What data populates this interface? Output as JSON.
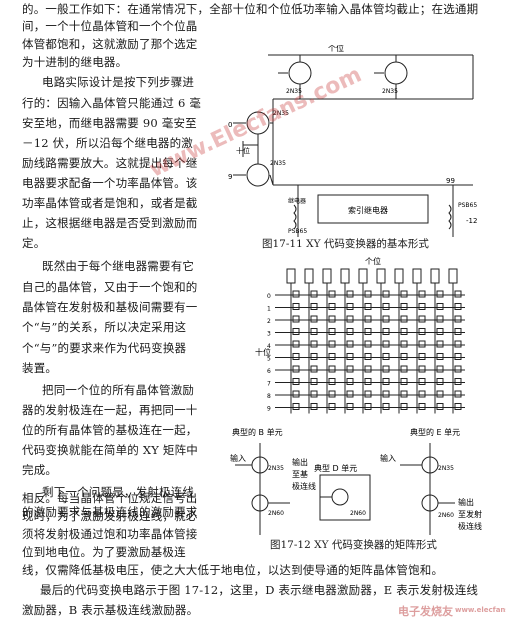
{
  "top_lines": [
    "的。一般工作如下：在通常情况下，全部十位和个位低功率输入晶体管均截止；在选通期",
    "间，一个十位晶体管和一个个位晶",
    "体管都饱和，这就激励了那个选定",
    "为十进制的继电器。"
  ],
  "left_col_1": [
    "电路实际设计是按下列步骤进",
    "行的：因输入晶体管只能通过 6 毫",
    "安至地，而继电器需要 90 毫安至",
    "－12 伏，所以沿每个继电器的激",
    "励线路需要放大。这就提出每个继",
    "电器要求配备一个功率晶体管。该",
    "功率晶体管或者是饱和，或者是截",
    "止，这根据继电器是否受到激励而",
    "定。"
  ],
  "left_col_2": [
    "既然由于每个继电器需要有它",
    "自己的晶体管，又由于一个饱和的",
    "晶体管在发射极和基极间需要有一",
    "个“与”的关系，所以决定采用这",
    "个“与”的要求来作为代码变换器",
    "装置。"
  ],
  "left_col_3": [
    "把同一个位的所有晶体管激励",
    "器的发射极连在一起，再把同一十",
    "位的所有晶体管的基极连在一起，",
    "代码变换就能在简单的 XY 矩阵中",
    "完成。"
  ],
  "left_col_4": [
    "剩下一个问题是，发射极连线",
    "的激励要求与基极连线的激励要求",
    "相反。每当晶体管个位规定信号出",
    "现时，为了激励发射极连线，就必",
    "须将发射极通过饱和功率晶体管接",
    "位到地电位。为了要激励基极连"
  ],
  "bottom_lines": [
    "线，仅需降低基极电压，使之大大低于地电位，以达到使导通的矩阵晶体管饱和。",
    "最后的代码变换电路示于图 17-12，这里，D 表示继电器激励器，E 表示发射极连线",
    "激励器，B 表示基极连线激励器。"
  ],
  "fig1": {
    "caption": "图17-11  XY 代码变换器的基本形式",
    "label_ge": "个位",
    "label_shi": "十位",
    "t1": "2N35",
    "t2": "2N35",
    "t3": "2N35",
    "t4": "2N35",
    "relay_text": "继电器",
    "psr_left": "PSB65",
    "psr_right": "PSB65",
    "relay_box": "索引继电器",
    "num_0": "0",
    "num_9": "9",
    "num_99": "99",
    "num_m12": "-12"
  },
  "fig2": {
    "caption": "图17-12  XY 代码变换器的矩阵形式",
    "label_ge": "个位",
    "label_shi": "十位",
    "e_nums": [
      "0",
      "1",
      "2",
      "3",
      "4",
      "5",
      "6",
      "7",
      "8",
      "9"
    ]
  },
  "units": {
    "b_title": "典型的 B 单元",
    "d_title": "典型 D 单元",
    "e_title": "典型的 E 单元",
    "b_in": "输入",
    "b_out": "输出",
    "b_out2": "至基",
    "b_out3": "极连线",
    "e_in": "输入",
    "e_out": "输出",
    "e_out2": "至发射",
    "e_out3": "极连线",
    "d_t": "2N60",
    "b_t1": "2N35",
    "b_t2": "2N60",
    "e_t1": "2N35",
    "e_t2": "2N60"
  },
  "watermark_1": "www.Elecfans.com",
  "watermark_2": "电子发烧友",
  "watermark_3": "www.elecfans.com"
}
